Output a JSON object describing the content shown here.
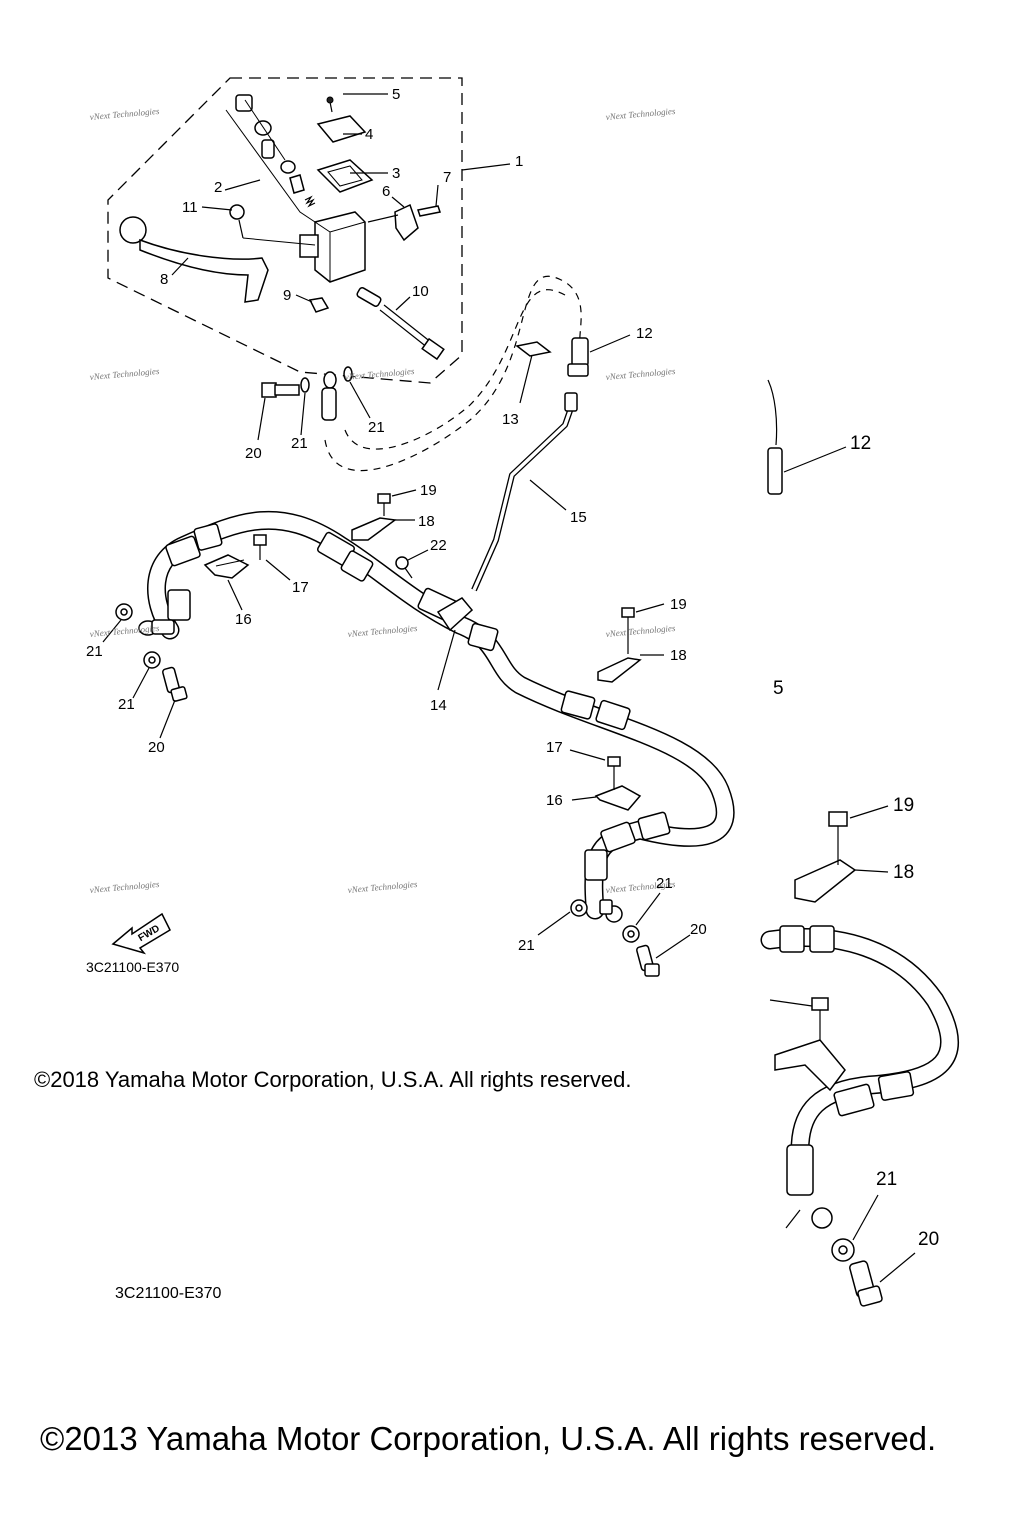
{
  "callouts": {
    "c1": "1",
    "c2": "2",
    "c3": "3",
    "c4": "4",
    "c5": "5",
    "c6": "6",
    "c7": "7",
    "c8": "8",
    "c9": "9",
    "c10": "10",
    "c11": "11",
    "c12": "12",
    "c13": "13",
    "c14": "14",
    "c15": "15",
    "c16": "16",
    "c17": "17",
    "c18": "18",
    "c19": "19",
    "c20": "20",
    "c21": "21",
    "c22": "22"
  },
  "watermark": "vNext Technologies",
  "fwd_label": "FWD",
  "part_code": "3C21100-E370",
  "copyright_2018": "©2018 Yamaha Motor Corporation, U.S.A. All rights reserved.",
  "copyright_2013": "©2013 Yamaha Motor Corporation, U.S.A. All rights reserved."
}
